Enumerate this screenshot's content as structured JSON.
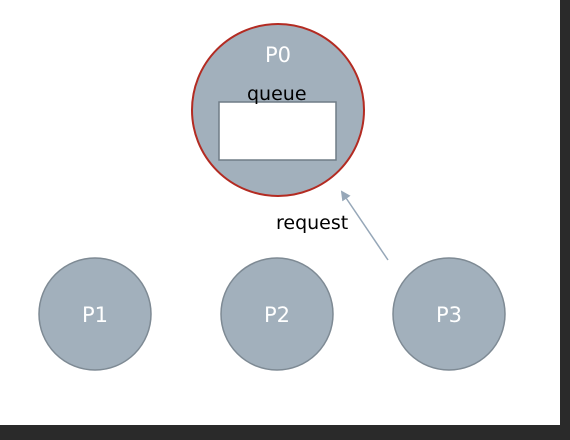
{
  "diagram": {
    "root": {
      "label": "P0"
    },
    "queue_label": "queue",
    "edge_label": "request",
    "children": [
      {
        "label": "P1"
      },
      {
        "label": "P2"
      },
      {
        "label": "P3"
      }
    ],
    "colors": {
      "node_fill": "#a2b0bc",
      "node_stroke": "#7e8a94",
      "root_stroke": "#b32b22",
      "queue_fill": "#ffffff",
      "queue_stroke": "#6f7c86",
      "arrow": "#96a7b8"
    }
  }
}
